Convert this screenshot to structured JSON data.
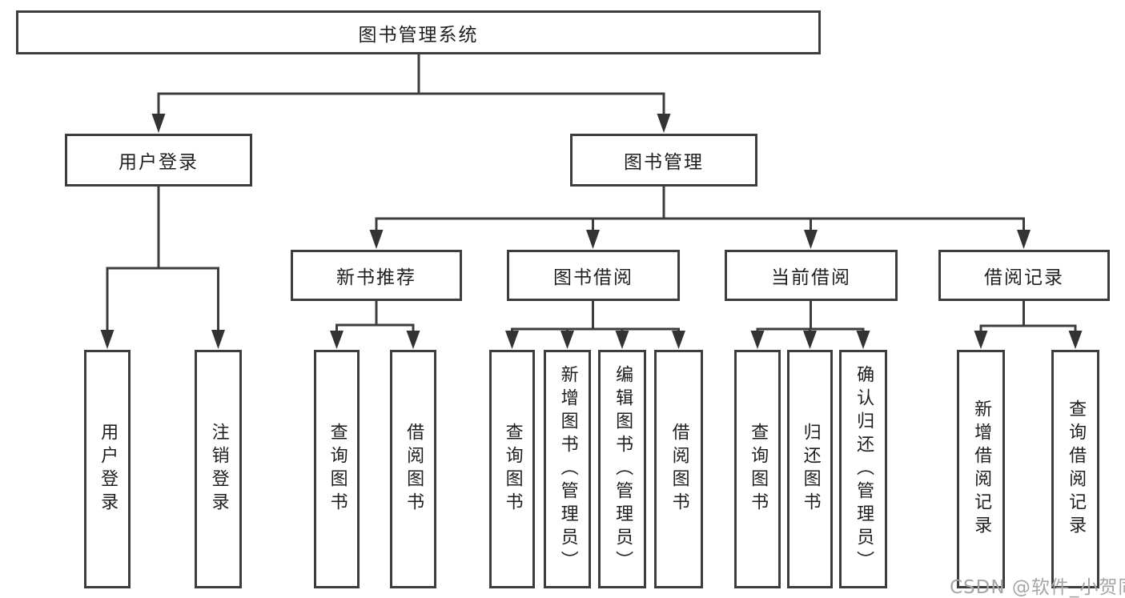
{
  "diagram": {
    "title_node": {
      "label": "图书管理系统"
    },
    "level2": {
      "user_login": {
        "label": "用户登录"
      },
      "book_management": {
        "label": "图书管理"
      }
    },
    "level3": {
      "new_book_recommend": {
        "label": "新书推荐"
      },
      "book_borrow": {
        "label": "图书借阅"
      },
      "current_borrow": {
        "label": "当前借阅"
      },
      "borrow_records": {
        "label": "借阅记录"
      }
    },
    "leaves": {
      "user_login_action": {
        "label": "用户登录"
      },
      "logout_action": {
        "label": "注销登录"
      },
      "nb_query_books": {
        "label": "查询图书"
      },
      "nb_borrow_books": {
        "label": "借阅图书"
      },
      "bb_query_books": {
        "label": "查询图书"
      },
      "bb_add_books_admin": {
        "label": "新增图书（管理员）"
      },
      "bb_edit_books_admin": {
        "label": "编辑图书（管理员）"
      },
      "bb_borrow_books": {
        "label": "借阅图书"
      },
      "cb_query_books": {
        "label": "查询图书"
      },
      "cb_return_books": {
        "label": "归还图书"
      },
      "cb_confirm_return_admin": {
        "label": "确认归还（管理员）"
      },
      "br_add_borrow_record": {
        "label": "新增借阅记录"
      },
      "br_query_borrow_record": {
        "label": "查询借阅记录"
      }
    },
    "watermark": "CSDN @软件_小贺同学",
    "colors": {
      "line": "#3d3d3d",
      "box_border": "#3d3d3d",
      "text": "#1f1f1f",
      "watermark": "#a5a5a5",
      "background": "#ffffff"
    }
  }
}
